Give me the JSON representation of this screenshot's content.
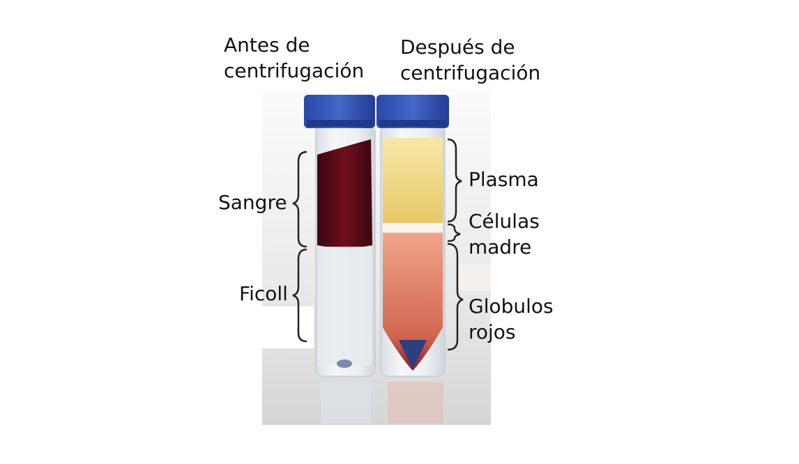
{
  "headers": {
    "before_line1": "Antes de",
    "before_line2": "centrifugación",
    "after_line1": "Después de",
    "after_line2": "centrifugación"
  },
  "left_labels": {
    "blood": "Sangre",
    "ficoll": "Ficoll"
  },
  "right_labels": {
    "plasma": "Plasma",
    "stem_cells_line1": "Células",
    "stem_cells_line2": "madre",
    "red_cells_line1": "Globulos",
    "red_cells_line2": "rojos"
  },
  "colors": {
    "cap_blue": "#2f4fae",
    "blood": "#5a0a14",
    "plasma": "#f1d783",
    "red_layer": "#e2846c",
    "ficoll": "#e4e9ef"
  }
}
